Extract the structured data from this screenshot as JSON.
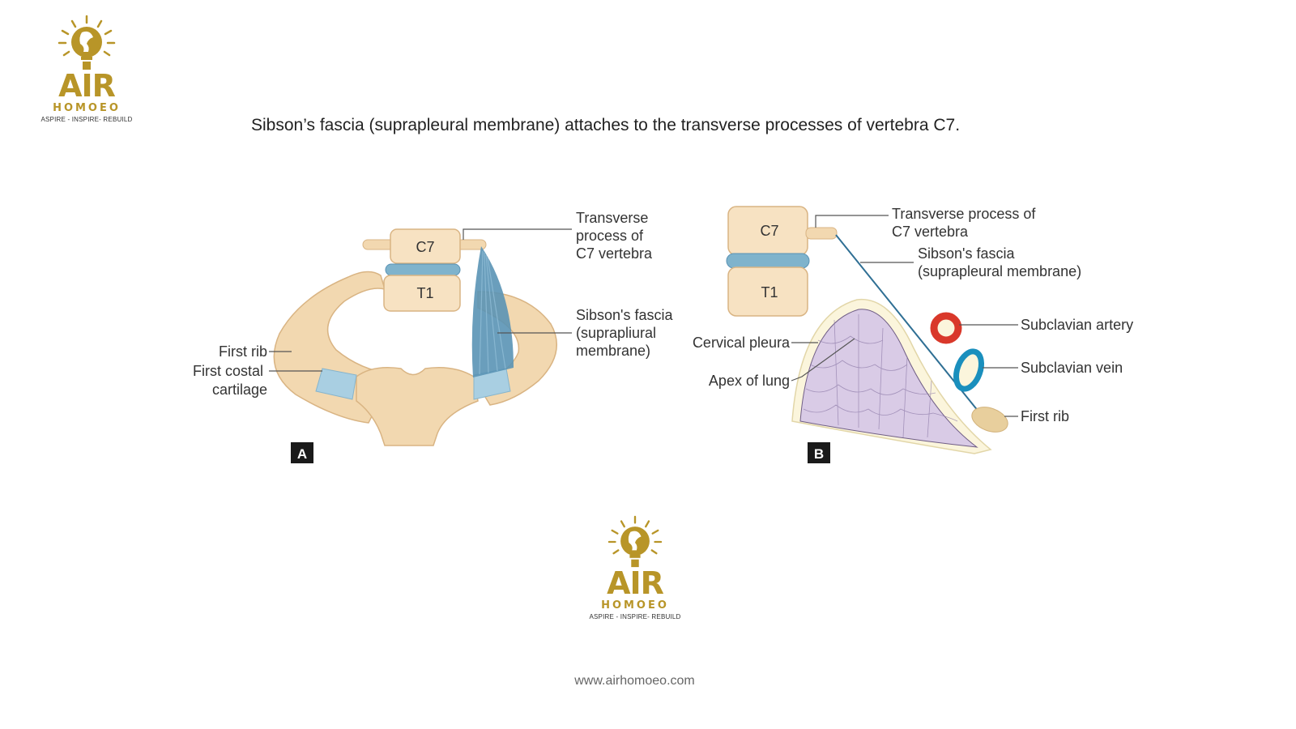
{
  "logo": {
    "brand": "AIR",
    "sub": "HOMOEO",
    "tagline": "ASPIRE - INSPIRE- REBUILD",
    "color": "#b89528"
  },
  "slide": {
    "title": "Sibson’s fascia (suprapleural membrane) attaches to the transverse processes of vertebra C7."
  },
  "figure_a": {
    "panel": "A",
    "vertebra_upper": "C7",
    "vertebra_lower": "T1",
    "labels": {
      "transverse_process": [
        "Transverse",
        "process of",
        "C7 vertebra"
      ],
      "sibsons_fascia": [
        "Sibson's fascia",
        "(suprapliural",
        "membrane)"
      ],
      "first_rib": "First rib",
      "first_costal_cartilage": [
        "First costal",
        "cartilage"
      ]
    }
  },
  "figure_b": {
    "panel": "B",
    "vertebra_upper": "C7",
    "vertebra_lower": "T1",
    "labels": {
      "transverse_process": [
        "Transverse process of",
        "C7 vertebra"
      ],
      "sibsons_fascia": [
        "Sibson's fascia",
        "(suprapleural membrane)"
      ],
      "cervical_pleura": "Cervical pleura",
      "apex_of_lung": "Apex of lung",
      "subclavian_artery": "Subclavian artery",
      "subclavian_vein": "Subclavian vein",
      "first_rib": "First rib"
    }
  },
  "colors": {
    "bone": "#f2d8b0",
    "bone_stroke": "#d9b483",
    "disc": "#7fb3cc",
    "fascia": "#5a93b5",
    "artery": "#d9382a",
    "vein": "#1a8fbd",
    "lung": "#d9cbe6",
    "pleura": "#fbf5dc"
  },
  "footer": {
    "website": "www.airhomoeo.com"
  }
}
